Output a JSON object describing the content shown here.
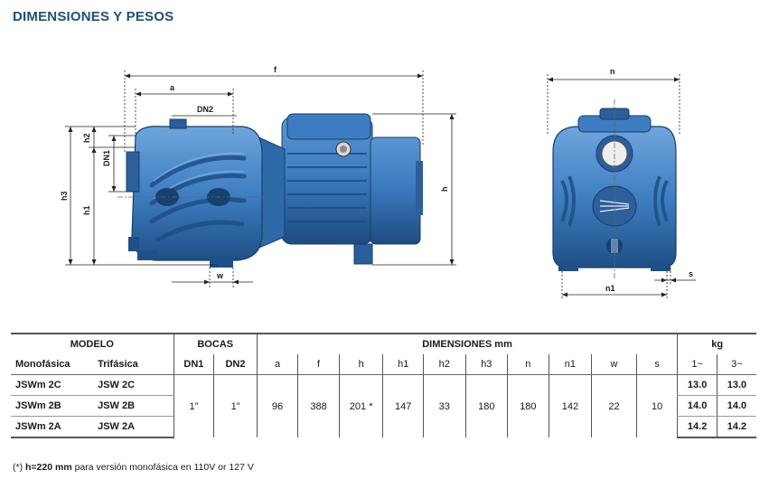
{
  "title": "DIMENSIONES Y PESOS",
  "dimension_labels": {
    "a": "a",
    "f": "f",
    "n": "n",
    "h": "h",
    "h1": "h1",
    "h2": "h2",
    "h3": "h3",
    "dn1": "DN1",
    "dn2": "DN2",
    "w": "w",
    "n1": "n1",
    "s": "s"
  },
  "table": {
    "group_headers": {
      "modelo": "MODELO",
      "bocas": "BOCAS",
      "dimensiones": "DIMENSIONES mm",
      "kg": "kg"
    },
    "sub_headers": {
      "monofasica": "Monofásica",
      "trifasica": "Trifásica",
      "dn1": "DN1",
      "dn2": "DN2",
      "a": "a",
      "f": "f",
      "h": "h",
      "h1": "h1",
      "h2": "h2",
      "h3": "h3",
      "n": "n",
      "n1": "n1",
      "w": "w",
      "s": "s",
      "kg1": "1~",
      "kg3": "3~"
    },
    "rows": [
      {
        "mono": "JSWm 2C",
        "tri": "JSW 2C",
        "kg1": "13.0",
        "kg3": "13.0"
      },
      {
        "mono": "JSWm 2B",
        "tri": "JSW 2B",
        "kg1": "14.0",
        "kg3": "14.0"
      },
      {
        "mono": "JSWm 2A",
        "tri": "JSW 2A",
        "kg1": "14.2",
        "kg3": "14.2"
      }
    ],
    "shared": {
      "dn1": "1”",
      "dn2": "1”",
      "a": "96",
      "f": "388",
      "h": "201 *",
      "h1": "147",
      "h2": "33",
      "h3": "180",
      "n": "180",
      "n1": "142",
      "w": "22",
      "s": "10"
    }
  },
  "footnote": {
    "prefix": "(*) ",
    "bold": "h=220 mm",
    "rest": " para versión monofásica en 110V or 127 V"
  },
  "colors": {
    "title": "#1f4e79",
    "pump_body": "#3f7fc2",
    "pump_dark": "#1e4f86",
    "pump_light": "#6fa5dc"
  }
}
